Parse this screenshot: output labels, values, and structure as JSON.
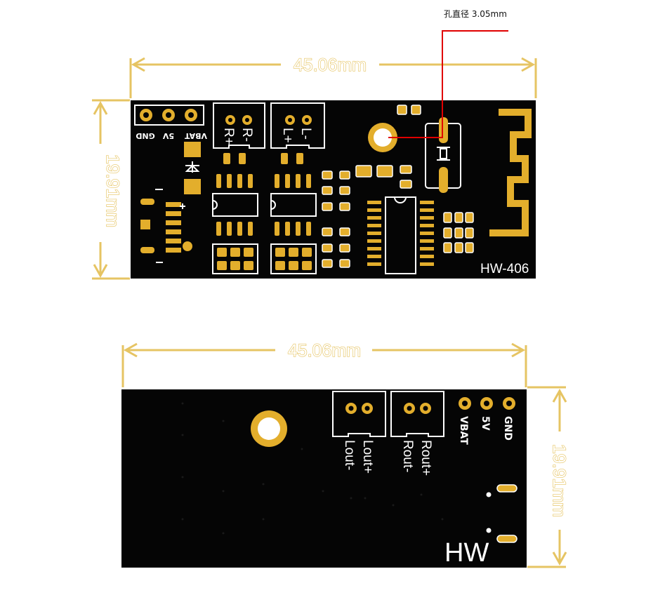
{
  "colors": {
    "board": "#050505",
    "gold": "#e3ae2c",
    "dimension": "#e6c463",
    "silkscreen": "#ffffff",
    "callout": "#e00000"
  },
  "annotation": {
    "hole_diameter": "孔直径 3.05mm"
  },
  "top_view": {
    "width_dim": "45.06mm",
    "height_dim": "19.91mm",
    "header_labels": [
      "VBAT",
      "5V",
      "GND"
    ],
    "connector_r": [
      "R-",
      "R+"
    ],
    "connector_l": [
      "L-",
      "L+"
    ],
    "model": "HW-406"
  },
  "bottom_view": {
    "width_dim": "45.06mm",
    "height_dim": "19.91mm",
    "pin_labels": [
      "VBAT",
      "5V",
      "GND"
    ],
    "lout_labels": [
      "Lout-",
      "Lout+"
    ],
    "rout_labels": [
      "Rout-",
      "Rout+"
    ],
    "brand": "HW"
  }
}
